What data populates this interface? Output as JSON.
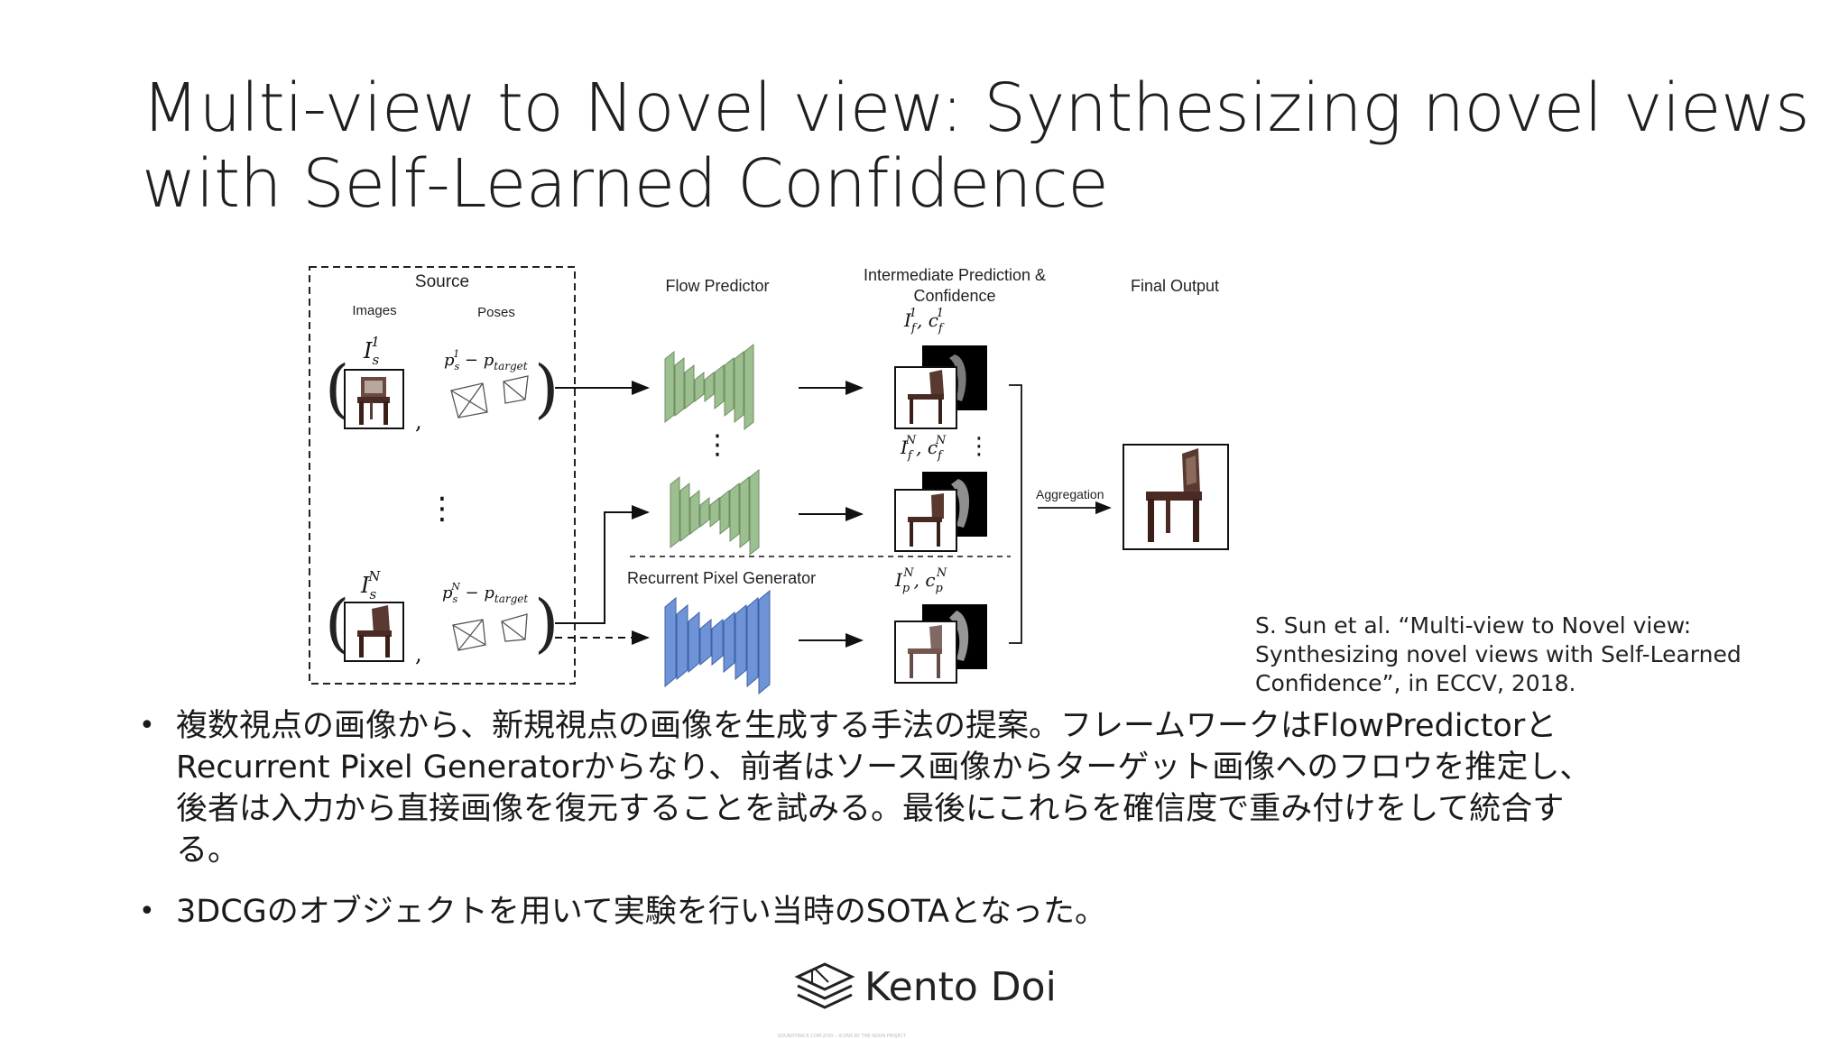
{
  "slide": {
    "title_lines": [
      "Multi-view to Novel view: Synthesizing novel views",
      "with Self-Learned Confidence"
    ],
    "citation_lines": [
      "S. Sun et al. “Multi-view to Novel view:",
      "Synthesizing novel views with Self-Learned",
      "Confidence”, in ECCV, 2018."
    ],
    "bullets": [
      {
        "lines": [
          "複数視点の画像から、新規視点の画像を生成する手法の提案。フレームワークはFlowPredictorと",
          "Recurrent Pixel Generatorからなり、前者はソース画像からターゲット画像へのフロウを推定し、",
          "後者は入力から直接画像を復元することを試みる。最後にこれらを確信度で重み付けをして統合す",
          "る。"
        ]
      },
      {
        "lines": [
          "3DCGのオブジェクトを用いて実験を行い当時のSOTAとなった。"
        ]
      }
    ],
    "bullet_symbol": "•",
    "logo_text": "Kento Doi",
    "footer_note": "SOUNDTRACK.COM.ZIXO – ICONS BY THE NOUN PROJECT"
  },
  "diagram": {
    "source_label": "Source",
    "images_label": "Images",
    "poses_label": "Poses",
    "flow_predictor_label": "Flow Predictor",
    "intermediate_label_lines": [
      "Intermediate Prediction &",
      "Confidence"
    ],
    "final_output_label": "Final Output",
    "recurrent_label": "Recurrent Pixel Generator",
    "aggregation_label": "Aggregation",
    "comma": ",",
    "vdots": "⋮",
    "math": {
      "is1": {
        "base": "I",
        "sub": "s",
        "sup": "1"
      },
      "isN": {
        "base": "I",
        "sub": "s",
        "sup": "N"
      },
      "pose1": {
        "base": "p",
        "sub": "s",
        "sup": "1",
        "rest": " − p",
        "rest_sub": "target"
      },
      "poseN": {
        "base": "p",
        "sub": "s",
        "sup": "N",
        "rest": " − p",
        "rest_sub": "target"
      },
      "if1": {
        "a": "I",
        "a_sub": "f",
        "a_sup": "1",
        "b": "c",
        "b_sub": "f",
        "b_sup": "1"
      },
      "ifN": {
        "a": "I",
        "a_sub": "f",
        "a_sup": "N",
        "b": "c",
        "b_sub": "f",
        "b_sup": "N"
      },
      "ipN": {
        "a": "I",
        "a_sub": "p",
        "a_sup": "N",
        "b": "c",
        "b_sub": "p",
        "b_sup": "N"
      }
    },
    "colors": {
      "flow_green": "#9cbf8f",
      "flow_green_dark": "#6f8f63",
      "rpg_blue": "#6e93d6",
      "rpg_blue_dark": "#4062a8",
      "chair": "#4a2a22",
      "chair_seat": "#8a6a5a"
    }
  }
}
